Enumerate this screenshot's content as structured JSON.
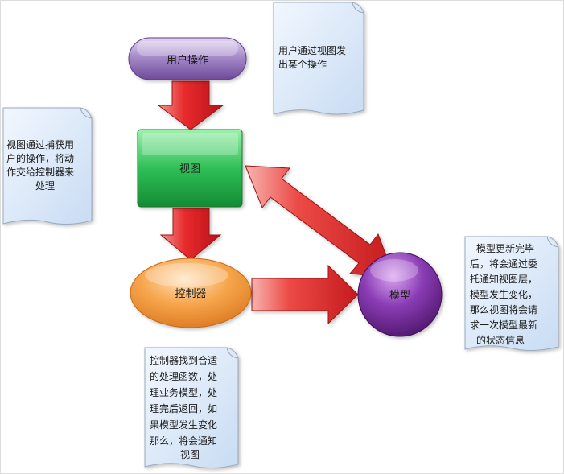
{
  "nodes": {
    "user_action": "用户操作",
    "view": "视图",
    "controller": "控制器",
    "model": "模型"
  },
  "notes": {
    "user_action_note": [
      "用户通过视图发",
      "出某个操作"
    ],
    "view_note": [
      "视图通过捕获用",
      "户的操作，将动",
      "作交给控制器来",
      "处理"
    ],
    "controller_note": [
      "控制器找到合适",
      "的处理函数，处",
      "理业务模型，处",
      "理完后返回，如",
      "果模型发生变化",
      "那么，将会通知",
      "视图"
    ],
    "model_note": [
      "模型更新完毕",
      "后，将会通过委",
      "托通知视图层，",
      "模型发生变化，",
      "那么视图将会请",
      "求一次模型最新",
      "的状态信息"
    ]
  },
  "colors": {
    "user_action": "#8c6bb1",
    "view": "#22b04a",
    "controller": "#f39a3b",
    "model": "#6a2a8e",
    "arrow": "#e3252a",
    "note_bg": "#dce8f8"
  }
}
